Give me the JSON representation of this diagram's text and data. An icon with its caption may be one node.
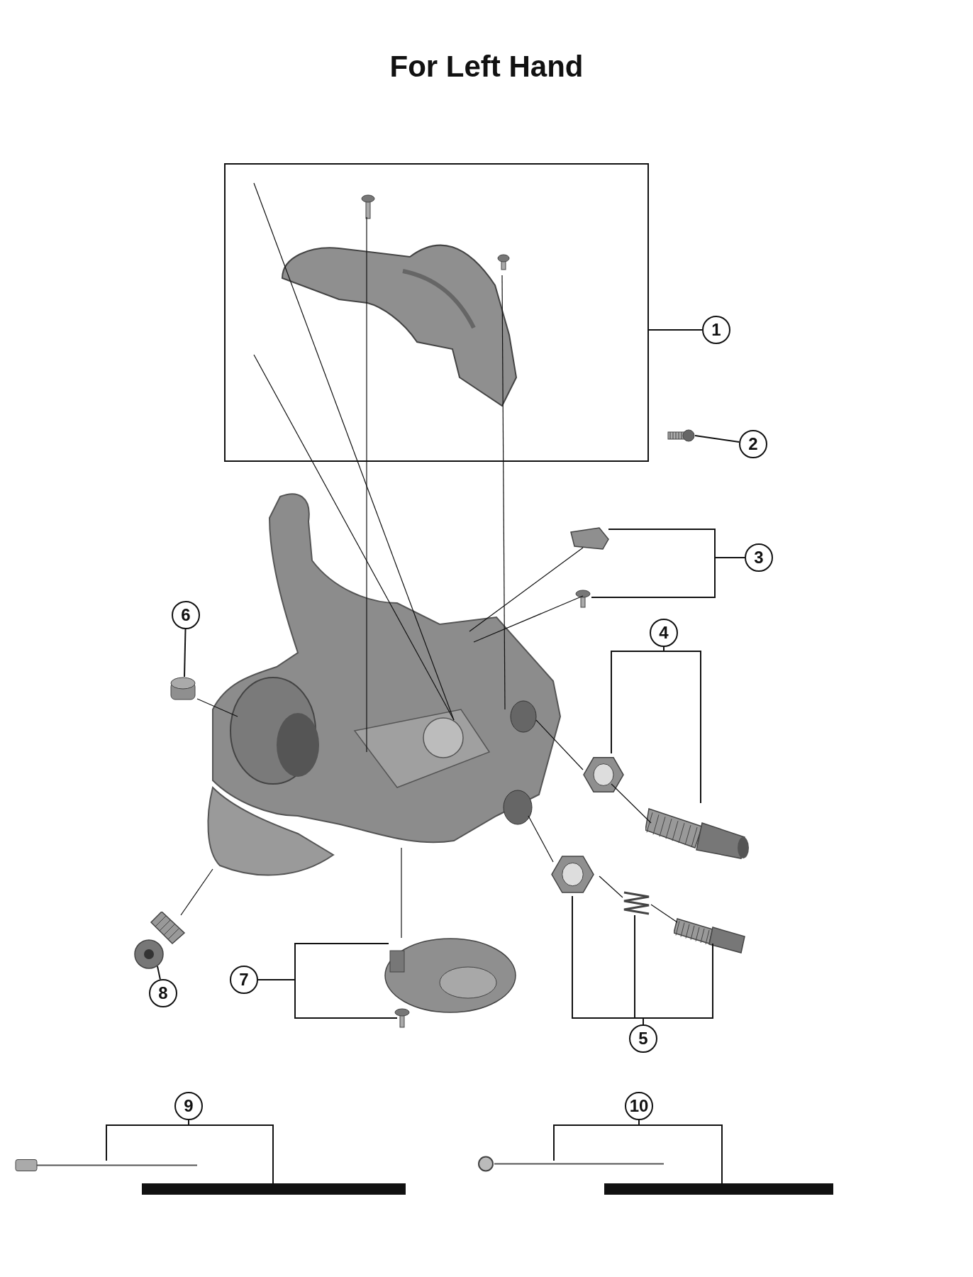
{
  "diagram": {
    "title": "For Left Hand",
    "nodes": [
      {
        "text": [
          "1"
        ]
      },
      {
        "text": [],
        "shape": "box"
      },
      {
        "text": [
          "2"
        ]
      },
      {
        "text": [],
        "shape": "picture"
      },
      {
        "text": [
          "3"
        ]
      },
      {
        "text": [],
        "shape": "picture"
      },
      {
        "text": [],
        "shape": "picture"
      },
      {
        "text": [
          "4"
        ]
      },
      {
        "text": [],
        "shape": "picture"
      },
      {
        "text": [],
        "shape": "picture"
      },
      {
        "text": [
          "5"
        ]
      },
      {
        "text": [],
        "shape": "picture"
      },
      {
        "text": [],
        "shape": "picture"
      },
      {
        "text": [],
        "shape": "picture"
      },
      {
        "text": [
          "6"
        ]
      },
      {
        "text": [],
        "shape": "cylinder"
      },
      {
        "text": [
          "7"
        ]
      },
      {
        "text": [],
        "shape": "picture"
      },
      {
        "text": [],
        "shape": "picture"
      },
      {
        "text": [
          "8"
        ]
      },
      {
        "text": [],
        "shape": "picture"
      },
      {
        "text": [
          "9"
        ]
      },
      {
        "text": [],
        "shape": "picture"
      },
      {
        "text": [],
        "shape": "bar"
      },
      {
        "text": [
          "10"
        ]
      },
      {
        "text": [],
        "shape": "picture"
      },
      {
        "text": [],
        "shape": "bar"
      },
      {
        "text": [],
        "shape": "picture"
      }
    ],
    "edges": [
      {
        "from": 0,
        "to": 1,
        "arrow": "none"
      },
      {
        "from": 2,
        "to": 3,
        "arrow": "none"
      },
      {
        "from": 4,
        "to": 5,
        "arrow": "none"
      },
      {
        "from": 4,
        "to": 6,
        "arrow": "none"
      },
      {
        "from": 7,
        "to": 8,
        "arrow": "none"
      },
      {
        "from": 7,
        "to": 9,
        "arrow": "none"
      },
      {
        "from": 10,
        "to": 11,
        "arrow": "none"
      },
      {
        "from": 10,
        "to": 12,
        "arrow": "none"
      },
      {
        "from": 10,
        "to": 13,
        "arrow": "none"
      },
      {
        "from": 14,
        "to": 15,
        "arrow": "none"
      },
      {
        "from": 16,
        "to": 17,
        "arrow": "none"
      },
      {
        "from": 16,
        "to": 18,
        "arrow": "none"
      },
      {
        "from": 19,
        "to": 20,
        "arrow": "none"
      },
      {
        "from": 21,
        "to": 22,
        "arrow": "none"
      },
      {
        "from": 21,
        "to": 23,
        "arrow": "none"
      },
      {
        "from": 24,
        "to": 25,
        "arrow": "none"
      },
      {
        "from": 24,
        "to": 26,
        "arrow": "none"
      },
      {
        "from": 1,
        "to": 27,
        "arrow": "none"
      },
      {
        "from": 1,
        "to": 27,
        "arrow": "none"
      },
      {
        "from": 1,
        "to": 27,
        "arrow": "none"
      },
      {
        "from": 1,
        "to": 27,
        "arrow": "none"
      },
      {
        "from": 5,
        "to": 27,
        "arrow": "none"
      },
      {
        "from": 6,
        "to": 27,
        "arrow": "none"
      },
      {
        "from": 15,
        "to": 27,
        "arrow": "none"
      },
      {
        "from": 27,
        "to": 8,
        "arrow": "none"
      },
      {
        "from": 8,
        "to": 9,
        "arrow": "none"
      },
      {
        "from": 27,
        "to": 11,
        "arrow": "none"
      },
      {
        "from": 11,
        "to": 12,
        "arrow": "none"
      },
      {
        "from": 12,
        "to": 13,
        "arrow": "none"
      },
      {
        "from": 27,
        "to": 17,
        "arrow": "none"
      },
      {
        "from": 27,
        "to": 20,
        "arrow": "none"
      }
    ]
  }
}
